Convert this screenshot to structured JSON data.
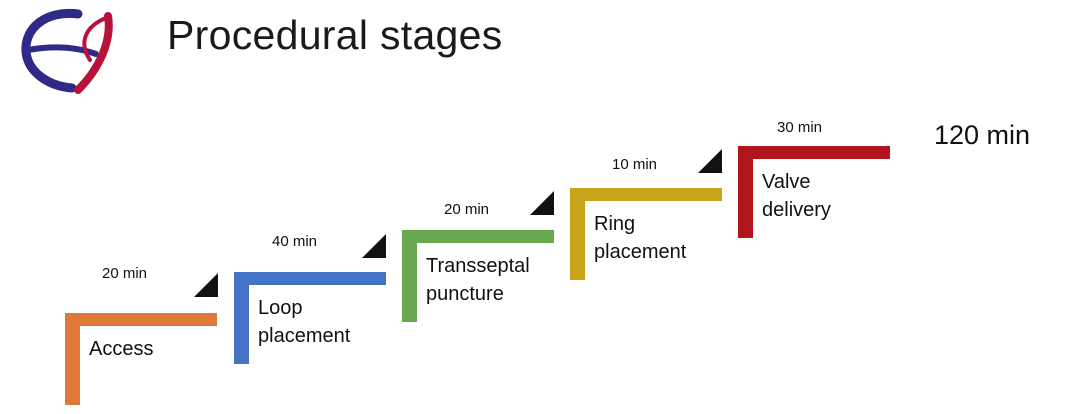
{
  "header": {
    "title": "Procedural stages"
  },
  "total_time": "120 min",
  "colors": {
    "access": "#e07a3a",
    "loop": "#4472c4",
    "transseptal": "#6aa84f",
    "ring": "#c9a418",
    "valve": "#b0141c",
    "logo_purple": "#2e2a86",
    "logo_red": "#b8123a"
  },
  "stages": [
    {
      "label": "Access",
      "duration": "20 min",
      "color": "#e07a3a"
    },
    {
      "label": "Loop\nplacement",
      "duration": "40 min",
      "color": "#4472c4"
    },
    {
      "label": "Transseptal\npuncture",
      "duration": "20 min",
      "color": "#6aa84f"
    },
    {
      "label": "Ring\nplacement",
      "duration": "10 min",
      "color": "#c9a418"
    },
    {
      "label": "Valve\ndelivery",
      "duration": "30 min",
      "color": "#b0141c"
    }
  ]
}
